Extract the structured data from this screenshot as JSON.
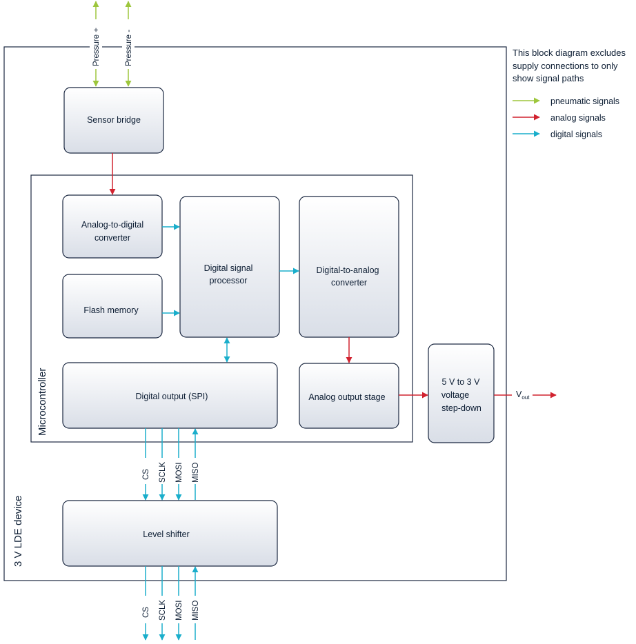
{
  "note": {
    "line1": "This block diagram excludes",
    "line2": "supply connections to only",
    "line3": "show signal paths"
  },
  "legend": {
    "pneumatic": "pneumatic signals",
    "analog": "analog signals",
    "digital": "digital signals"
  },
  "colors": {
    "pneumatic": "#9dc63c",
    "analog": "#d1222f",
    "digital": "#1aaecb",
    "outline": "#1a2740"
  },
  "frames": {
    "device": "3 V LDE device",
    "microcontroller": "Microcontroller"
  },
  "ports": {
    "pressure_plus": "Pressure +",
    "pressure_minus": "Pressure -"
  },
  "blocks": {
    "sensor_bridge": "Sensor bridge",
    "adc_line1": "Analog-to-digital",
    "adc_line2": "converter",
    "flash": "Flash memory",
    "dsp_line1": "Digital signal",
    "dsp_line2": "processor",
    "dac_line1": "Digital-to-analog",
    "dac_line2": "converter",
    "spi": "Digital output (SPI)",
    "analog_out": "Analog output stage",
    "stepdown_line1": "5 V to 3 V",
    "stepdown_line2": "voltage",
    "stepdown_line3": "step-down",
    "level_shifter": "Level shifter"
  },
  "signals": {
    "cs": "CS",
    "sclk": "SCLK",
    "mosi": "MOSI",
    "miso": "MISO",
    "vout_main": "V",
    "vout_sub": "out"
  }
}
